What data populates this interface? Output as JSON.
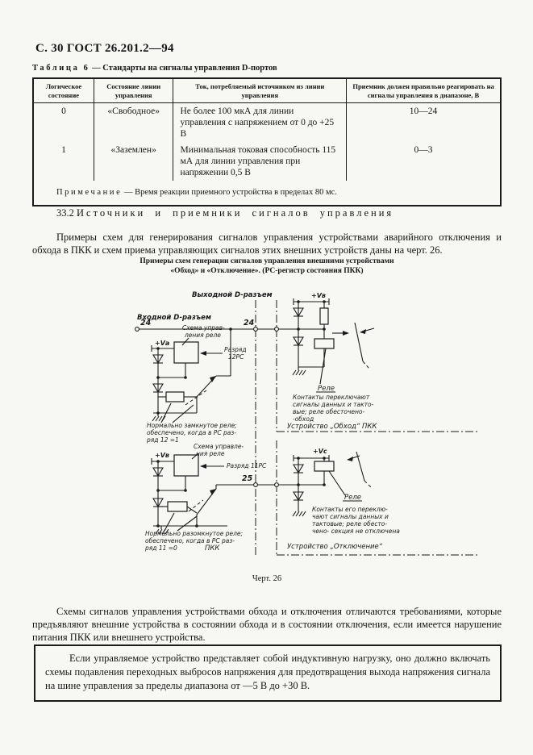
{
  "page": {
    "header": "С. 30 ГОСТ 26.201.2—94"
  },
  "table": {
    "caption_label": "Таблица 6",
    "caption_rest": "— Стандарты на сигналы управления D-портов",
    "headers": {
      "col1": "Логическое состояние",
      "col2": "Состояние линии управления",
      "col3": "Ток, потребляемый источником из линии управления",
      "col4": "Приемник должен правильно реагировать на сигналы управления в диапазоне, В"
    },
    "rows": [
      {
        "logic": "0",
        "line": "«Свободное»",
        "current": "Не более 100 мкА для линии управления с напряжением от 0 до +25 В",
        "range": "10—24"
      },
      {
        "logic": "1",
        "line": "«Заземлен»",
        "current": "Минимальная токовая способность 115 мА для линии управления при напряжении 0,5 В",
        "range": "0—3"
      }
    ],
    "note_label": "Примечание",
    "note_text": "— Время реакции приемного устройства в пределах 80 мс."
  },
  "section": {
    "number": "33.2",
    "title": "Источники и приемники сигналов управления",
    "intro": "Примеры схем для генерирования сигналов управления устройствами аварийного отключения и обхода в ПКК и схем приема управляющих сигналов этих внешних устройств даны на черт. 26."
  },
  "figure": {
    "title_line1": "Примеры схем генерации сигналов управления внешними устройствами",
    "title_line2": "«Обход» и «Отключение». (РС-регистр состояния ПКК)",
    "caption": "Черт. 26",
    "labels": {
      "out_conn": "Выходной D-разъем",
      "in_conn": "Входной D-разъем",
      "pin24a": "24",
      "pin24b": "24",
      "pin25": "25",
      "va": "+Vа",
      "vb1": "+Vв",
      "vb2": "+Vв",
      "vc": "+Vс",
      "ctrl1_l1": "Схема управ-",
      "ctrl1_l2": "ления реле",
      "ctrl2_l1": "Схема управле-",
      "ctrl2_l2": "ния реле",
      "bit12_l1": "Разряд",
      "bit12_l2": "12РС",
      "bit11": "Разряд 11РС",
      "nc_l1": "Нормально замкнутое реле;",
      "nc_l2": "обеспечено, когда в РС раз-",
      "nc_l3": "ряд 12 =1",
      "no_l1": "Нормально разомкнутое реле;",
      "no_l2": "обеспечено, когда в РС раз-",
      "no_l3": "ряд 11 =0",
      "pkk": "ПКК",
      "relay1": "Реле",
      "relay2": "Реле",
      "c1_l1": "Контакты переключают",
      "c1_l2": "сигналы данных и такто-",
      "c1_l3": "вые; реле обесточено-",
      "c1_l4": "-обход",
      "dev1": "Устройство „Обход“ ПКК",
      "c2_l1": "Контакты его переклю-",
      "c2_l2": "чают сигналы данных и",
      "c2_l3": "тактовые; реле обесто-",
      "c2_l4": "чено- секция не отключена",
      "dev2": "Устройство „Отключение“"
    }
  },
  "body": {
    "para1": "Схемы сигналов управления устройствами обхода и отключения отличаются требованиями, которые предъявляют внешние устройства в состоянии обхода и в состоянии отключения, если имеется нарушение питания ПКК или внешнего устройства."
  },
  "warning": {
    "text": "Если управляемое устройство представляет собой индуктивную нагрузку, оно должно включать схемы подавления переходных выбросов напряжения для предотвращения выхода напряжения сигнала на шине управления за пределы диапазона от —5 В до +30 В."
  }
}
